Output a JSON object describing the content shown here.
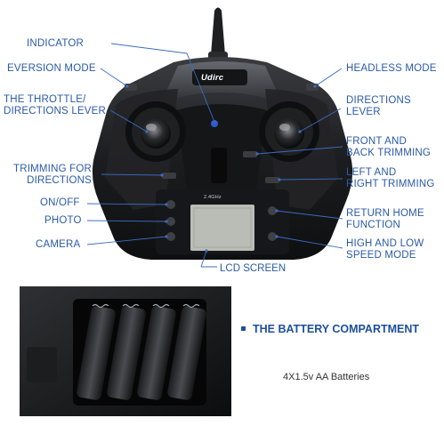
{
  "brand": "Udirc",
  "lcd_tag": "2.4GHz",
  "labels": {
    "indicator": "INDICATOR",
    "eversion_mode": "EVERSION MODE",
    "headless_mode": "HEADLESS MODE",
    "throttle_line1": "THE THROTTLE/",
    "throttle_line2": "DIRECTIONS LEVER",
    "directions_line1": "DIRECTIONS",
    "directions_line2": "LEVER",
    "front_back_line1": "FRONT AND",
    "front_back_line2": "BACK TRIMMING",
    "trimming_line1": "TRIMMING FOR",
    "trimming_line2": "DIRECTIONS",
    "left_right_line1": "LEFT AND",
    "left_right_line2": "RIGHT TRIMMING",
    "on_off": "ON/OFF",
    "photo": "PHOTO",
    "camera": "CAMERA",
    "return_home_line1": "RETURN HOME",
    "return_home_line2": "FUNCTION",
    "speed_line1": "HIGH AND LOW",
    "speed_line2": "SPEED MODE",
    "lcd_screen": "LCD SCREEN"
  },
  "battery": {
    "title": "THE BATTERY COMPARTMENT",
    "subtitle": "4X1.5v AA Batteries"
  },
  "colors": {
    "label": "#2a5aa8",
    "leader_line": "#3b6cc0",
    "body_dark": "#1b1c1e",
    "lcd": "#b9bdb5"
  }
}
